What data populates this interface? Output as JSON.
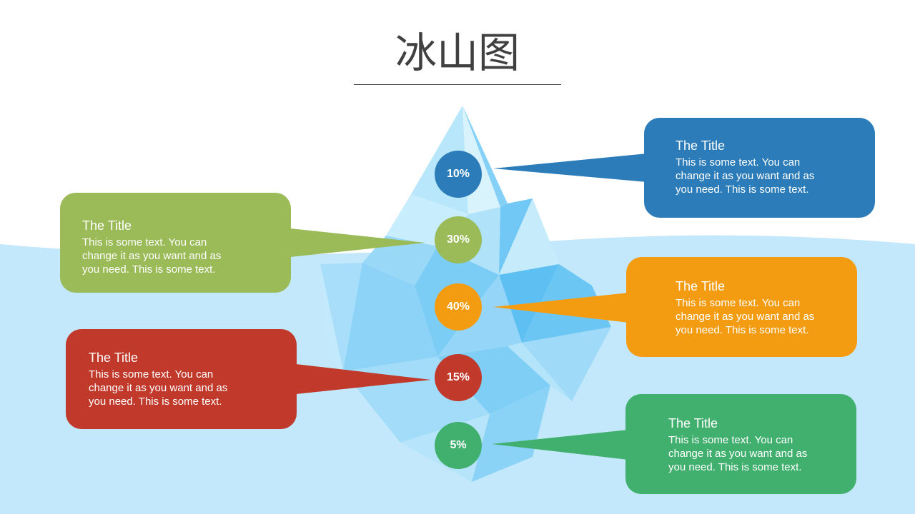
{
  "title": "冰山图",
  "colors": {
    "water": "#c4e8fb",
    "ice_light": "#b8e6fb",
    "ice_mid": "#85d0f7",
    "ice_dark": "#5ec0f2",
    "blue": "#2b7cb8",
    "green": "#9bbb58",
    "orange": "#f39c12",
    "red": "#c0392b",
    "teal": "#41b06e"
  },
  "levels": [
    {
      "percent": "10%",
      "title": "The Title",
      "text": "This is some text. You can change it as you want and as you need. This is some text.",
      "color": "#2b7cb8"
    },
    {
      "percent": "30%",
      "title": "The Title",
      "text": "This is some text. You can change it as you want and as you need. This is some text.",
      "color": "#9bbb58"
    },
    {
      "percent": "40%",
      "title": "The Title",
      "text": "This is some text. You can change it as you want and as you need. This is some text.",
      "color": "#f39c12"
    },
    {
      "percent": "15%",
      "title": "The Title",
      "text": "This is some text. You can change it as you want and as you need. This is some text.",
      "color": "#c0392b"
    },
    {
      "percent": "5%",
      "title": "The Title",
      "text": "This is some text. You can change it as you want and as you need. This is some text.",
      "color": "#41b06e"
    }
  ]
}
